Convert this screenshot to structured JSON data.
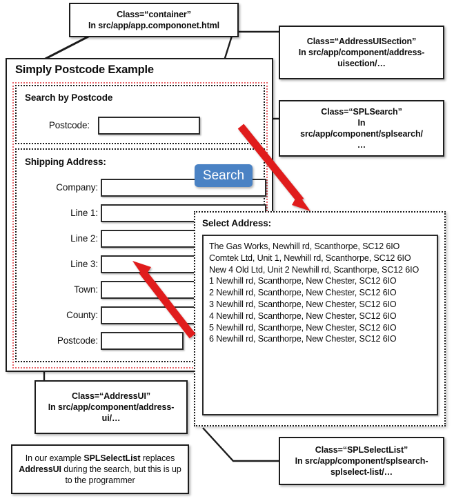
{
  "app": {
    "title": "Simply Postcode Example",
    "search_section": {
      "heading": "Search by Postcode",
      "postcode_label": "Postcode:",
      "postcode_value": "",
      "postcode_placeholder": "",
      "search_button": "Search"
    },
    "address_section": {
      "heading": "Shipping Address:",
      "fields": [
        {
          "label": "Company:",
          "value": "",
          "name": "company"
        },
        {
          "label": "Line 1:",
          "value": "",
          "name": "line1"
        },
        {
          "label": "Line 2:",
          "value": "",
          "name": "line2"
        },
        {
          "label": "Line 3:",
          "value": "",
          "name": "line3"
        },
        {
          "label": "Town:",
          "value": "",
          "name": "town"
        },
        {
          "label": "County:",
          "value": "",
          "name": "county"
        },
        {
          "label": "Postcode:",
          "value": "",
          "name": "postcode"
        }
      ]
    },
    "select_address": {
      "heading": "Select Address:",
      "options": [
        "The Gas Works, Newhill rd, Scanthorpe, SC12 6IO",
        "Comtek Ltd, Unit 1, Newhill rd, Scanthorpe, SC12 6IO",
        "New 4 Old Ltd, Unit 2 Newhill rd, Scanthorpe, SC12 6IO",
        "1 Newhill rd, Scanthorpe, New Chester, SC12 6IO",
        "2 Newhill rd, Scanthorpe, New Chester, SC12 6IO",
        "3 Newhill rd, Scanthorpe, New Chester, SC12 6IO",
        "4 Newhill rd, Scanthorpe, New Chester, SC12 6IO",
        "5 Newhill rd, Scanthorpe, New Chester, SC12 6IO",
        "6 Newhill rd, Scanthorpe, New Chester, SC12 6IO"
      ]
    }
  },
  "callouts": {
    "container": {
      "line1": "Class=“container”",
      "line2": "In src/app/app.compononet.html"
    },
    "addressuisection": {
      "line1": "Class=“AddressUISection”",
      "line2": "In src/app/component/address-",
      "line3": "uisection/…"
    },
    "splsearch": {
      "line1": "Class=“SPLSearch”",
      "line2": "In",
      "line3": "src/app/component/splsearch/",
      "line4": "…"
    },
    "addressui": {
      "line1": "Class=“AddressUI”",
      "line2": "In src/app/component/address-",
      "line3": "ui/…"
    },
    "splselectlist": {
      "line1": "Class=“SPLSelectList”",
      "line2": "In src/app/component/splsearch-",
      "line3": "splselect-list/…"
    },
    "note": {
      "part1": "In our example ",
      "bold1": "SPLSelectList",
      "part2": " replaces ",
      "bold2": "AddressUI",
      "part3": " during the search, but this is up to the programmer"
    }
  },
  "colors": {
    "button_blue": "#4a82c4",
    "arrow_red": "#e01b1b",
    "section_dotted_red": "#e8666b",
    "dotted_black": "#1c1c1c"
  }
}
